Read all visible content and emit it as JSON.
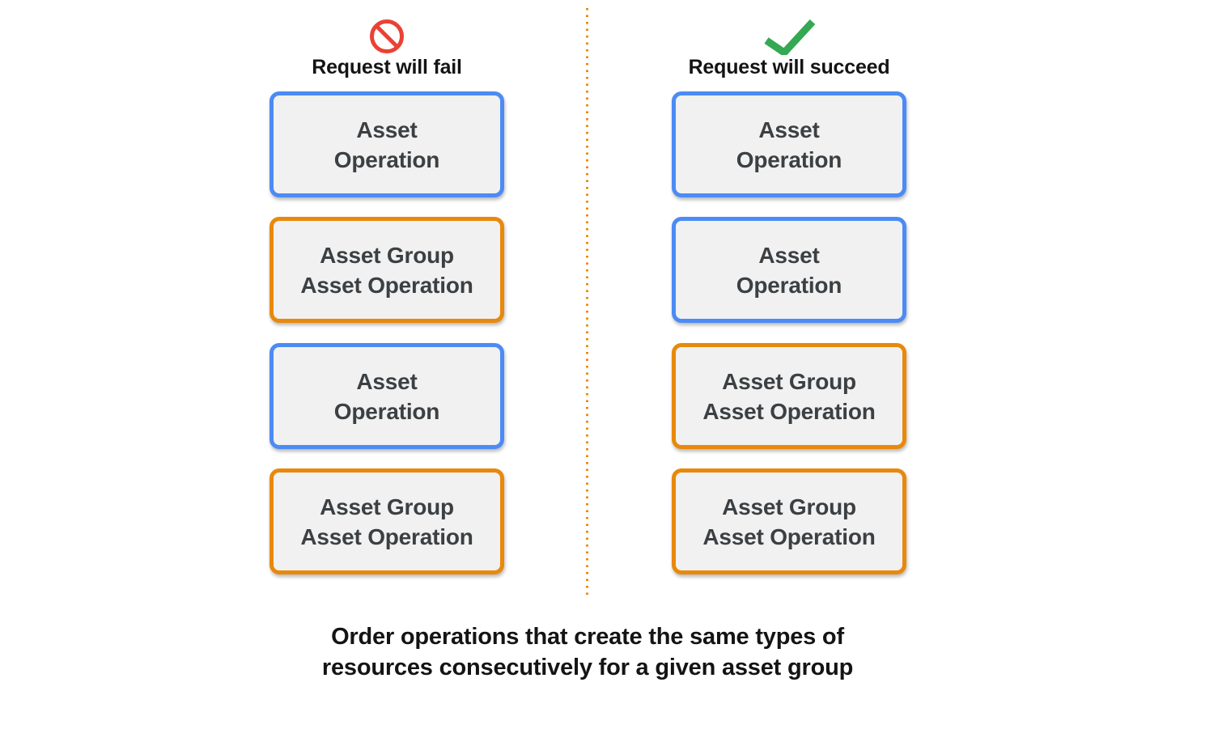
{
  "diagram": {
    "fail_column": {
      "title": "Request will fail",
      "icon": "prohibited-icon",
      "boxes": [
        {
          "label": "Asset\nOperation",
          "type": "asset-operation",
          "border_color": "#4C8BF5"
        },
        {
          "label": "Asset Group\nAsset Operation",
          "type": "asset-group-asset-operation",
          "border_color": "#E8890C"
        },
        {
          "label": "Asset\nOperation",
          "type": "asset-operation",
          "border_color": "#4C8BF5"
        },
        {
          "label": "Asset Group\nAsset Operation",
          "type": "asset-group-asset-operation",
          "border_color": "#E8890C"
        }
      ]
    },
    "succeed_column": {
      "title": "Request will succeed",
      "icon": "checkmark-icon",
      "boxes": [
        {
          "label": "Asset\nOperation",
          "type": "asset-operation",
          "border_color": "#4C8BF5"
        },
        {
          "label": "Asset\nOperation",
          "type": "asset-operation",
          "border_color": "#4C8BF5"
        },
        {
          "label": "Asset Group\nAsset Operation",
          "type": "asset-group-asset-operation",
          "border_color": "#E8890C"
        },
        {
          "label": "Asset Group\nAsset Operation",
          "type": "asset-group-asset-operation",
          "border_color": "#E8890C"
        }
      ]
    },
    "caption": "Order operations that create the same types of\nresources consecutively for a given asset group",
    "colors": {
      "asset_operation_border": "#4C8BF5",
      "asset_group_border": "#E8890C",
      "fail_icon": "#E94235",
      "succeed_icon": "#34A853",
      "divider_dots": "#E8890C",
      "box_fill": "#F1F1F1",
      "box_text": "#3C4043",
      "heading_text": "#141414"
    }
  }
}
